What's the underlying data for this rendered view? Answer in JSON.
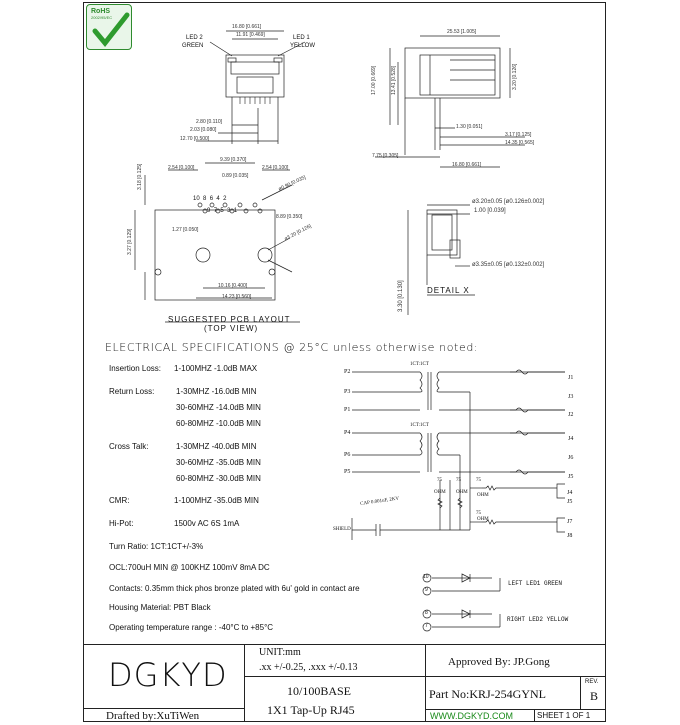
{
  "rohs": {
    "line1": "RoHS",
    "line2": "2002/95/EC"
  },
  "front_view": {
    "led2_label": "LED 2",
    "led2_color": "GREEN",
    "led1_label": "LED 1",
    "led1_color": "YELLOW",
    "dim_top1": "16.80 [0.661]",
    "dim_top2": "11.91 [0.469]",
    "dim_b1": "2.80 [0.110]",
    "dim_b2": "2.03 [0.080]",
    "dim_b3": "12.70 [0.500]"
  },
  "side_view": {
    "dim_top": "25.53 [1.005]",
    "dim_h1": "17.00 [0.669]",
    "dim_h2": "13.41 [0.528]",
    "dim_r1": "3.20 [0.126]",
    "dim_a": "1.30 [0.051]",
    "dim_b": "3.17 [0.125]",
    "dim_c": "14.35 [0.565]",
    "dim_d": "7.75 [0.305]",
    "dim_e": "16.80 [0.661]"
  },
  "pcb": {
    "pins": [
      "10",
      "9",
      "8",
      "7",
      "6",
      "5",
      "4",
      "3",
      "2",
      "1"
    ],
    "dims": [
      "9.39 [0.370]",
      "2.54 [0.100]",
      "2.54 [0.100]",
      "0.89 [0.035]",
      "1.27 [0.050]",
      "8.89 [0.350]",
      "3.18 [0.125]",
      "3.27 [0.129]",
      "ø0.90 [0.035]",
      "ø3.20 [0.126]",
      "10.16 [0.400]",
      "14.23 [0.560]"
    ],
    "label1": "SUGGESTED PCB LAYOUT",
    "label2": "(TOP VIEW)"
  },
  "detail": {
    "dim1": "ø3.20±0.05 [ø0.126±0.002]",
    "dim2": "1.00 [0.039]",
    "dim3": "ø3.35±0.05 [ø0.132±0.002]",
    "dim4": "3.30 [0.130]",
    "label": "DETAIL X"
  },
  "elec_title": "ELECTRICAL SPECIFICATIONS @ 25°C unless otherwise noted:",
  "specs": {
    "insertion": {
      "label": "Insertion Loss:",
      "value": "1-100MHZ -1.0dB MAX"
    },
    "return": {
      "label": "Return Loss:",
      "rows": [
        "1-30MHZ  -16.0dB MIN",
        "30-60MHZ -14.0dB MIN",
        "60-80MHZ -10.0dB MIN"
      ]
    },
    "cross": {
      "label": "Cross Talk:",
      "rows": [
        "1-30MHZ   -40.0dB MIN",
        "30-60MHZ -35.0dB MIN",
        "60-80MHZ -30.0dB MIN"
      ]
    },
    "cmr": {
      "label": "CMR:",
      "value": "1-100MHZ -35.0dB MIN"
    },
    "hipot": {
      "label": "Hi-Pot:",
      "value": "1500v AC 6S 1mA"
    },
    "turn": "Turn Ratio: 1CT:1CT+/-3%",
    "ocl": "OCL:700uH MIN @ 100KHZ 100mV 8mA DC",
    "contacts": "Contacts: 0.35mm thick phos bronze plated with 6u' gold in contact are",
    "housing": "Housing Material: PBT Black",
    "temp": "Operating temperature range : -40°C to +85°C"
  },
  "schematic": {
    "ct": "1CT:1CT",
    "left_pins": [
      "P2",
      "P3",
      "P1",
      "P4",
      "P6",
      "P5"
    ],
    "right_pins": [
      "J1",
      "J3",
      "J2",
      "J4",
      "J6",
      "J5"
    ],
    "r_labels": [
      "75",
      "75",
      "75",
      "75"
    ],
    "ohm": "OHM",
    "cap": "CAP 0.001uF, 2KV",
    "shield": "SHIELD",
    "j_pins": [
      "J4",
      "J5",
      "J7",
      "J8"
    ],
    "led_left": {
      "pins": [
        "10",
        "9"
      ],
      "label": "LEFT  LED1 GREEN"
    },
    "led_right": {
      "pins": [
        "8",
        "7"
      ],
      "label": "RIGHT  LED2 YELLOW"
    }
  },
  "title_block": {
    "company": "DGKYD",
    "unit": "UNIT:mm",
    "tol": ".xx   +/-0.25,   .xxx  +/-0.13",
    "approved": "Approved By: JP.Gong",
    "rev_label": "REV.",
    "rev": "B",
    "desc1": "10/100BASE",
    "desc2": "1X1 Tap-Up RJ45",
    "part": "Part No:KRJ-254GYNL",
    "drafted": "Drafted by:XuTiWen",
    "website": "WWW.DGKYD.COM",
    "sheet": "SHEET  1  OF  1"
  }
}
